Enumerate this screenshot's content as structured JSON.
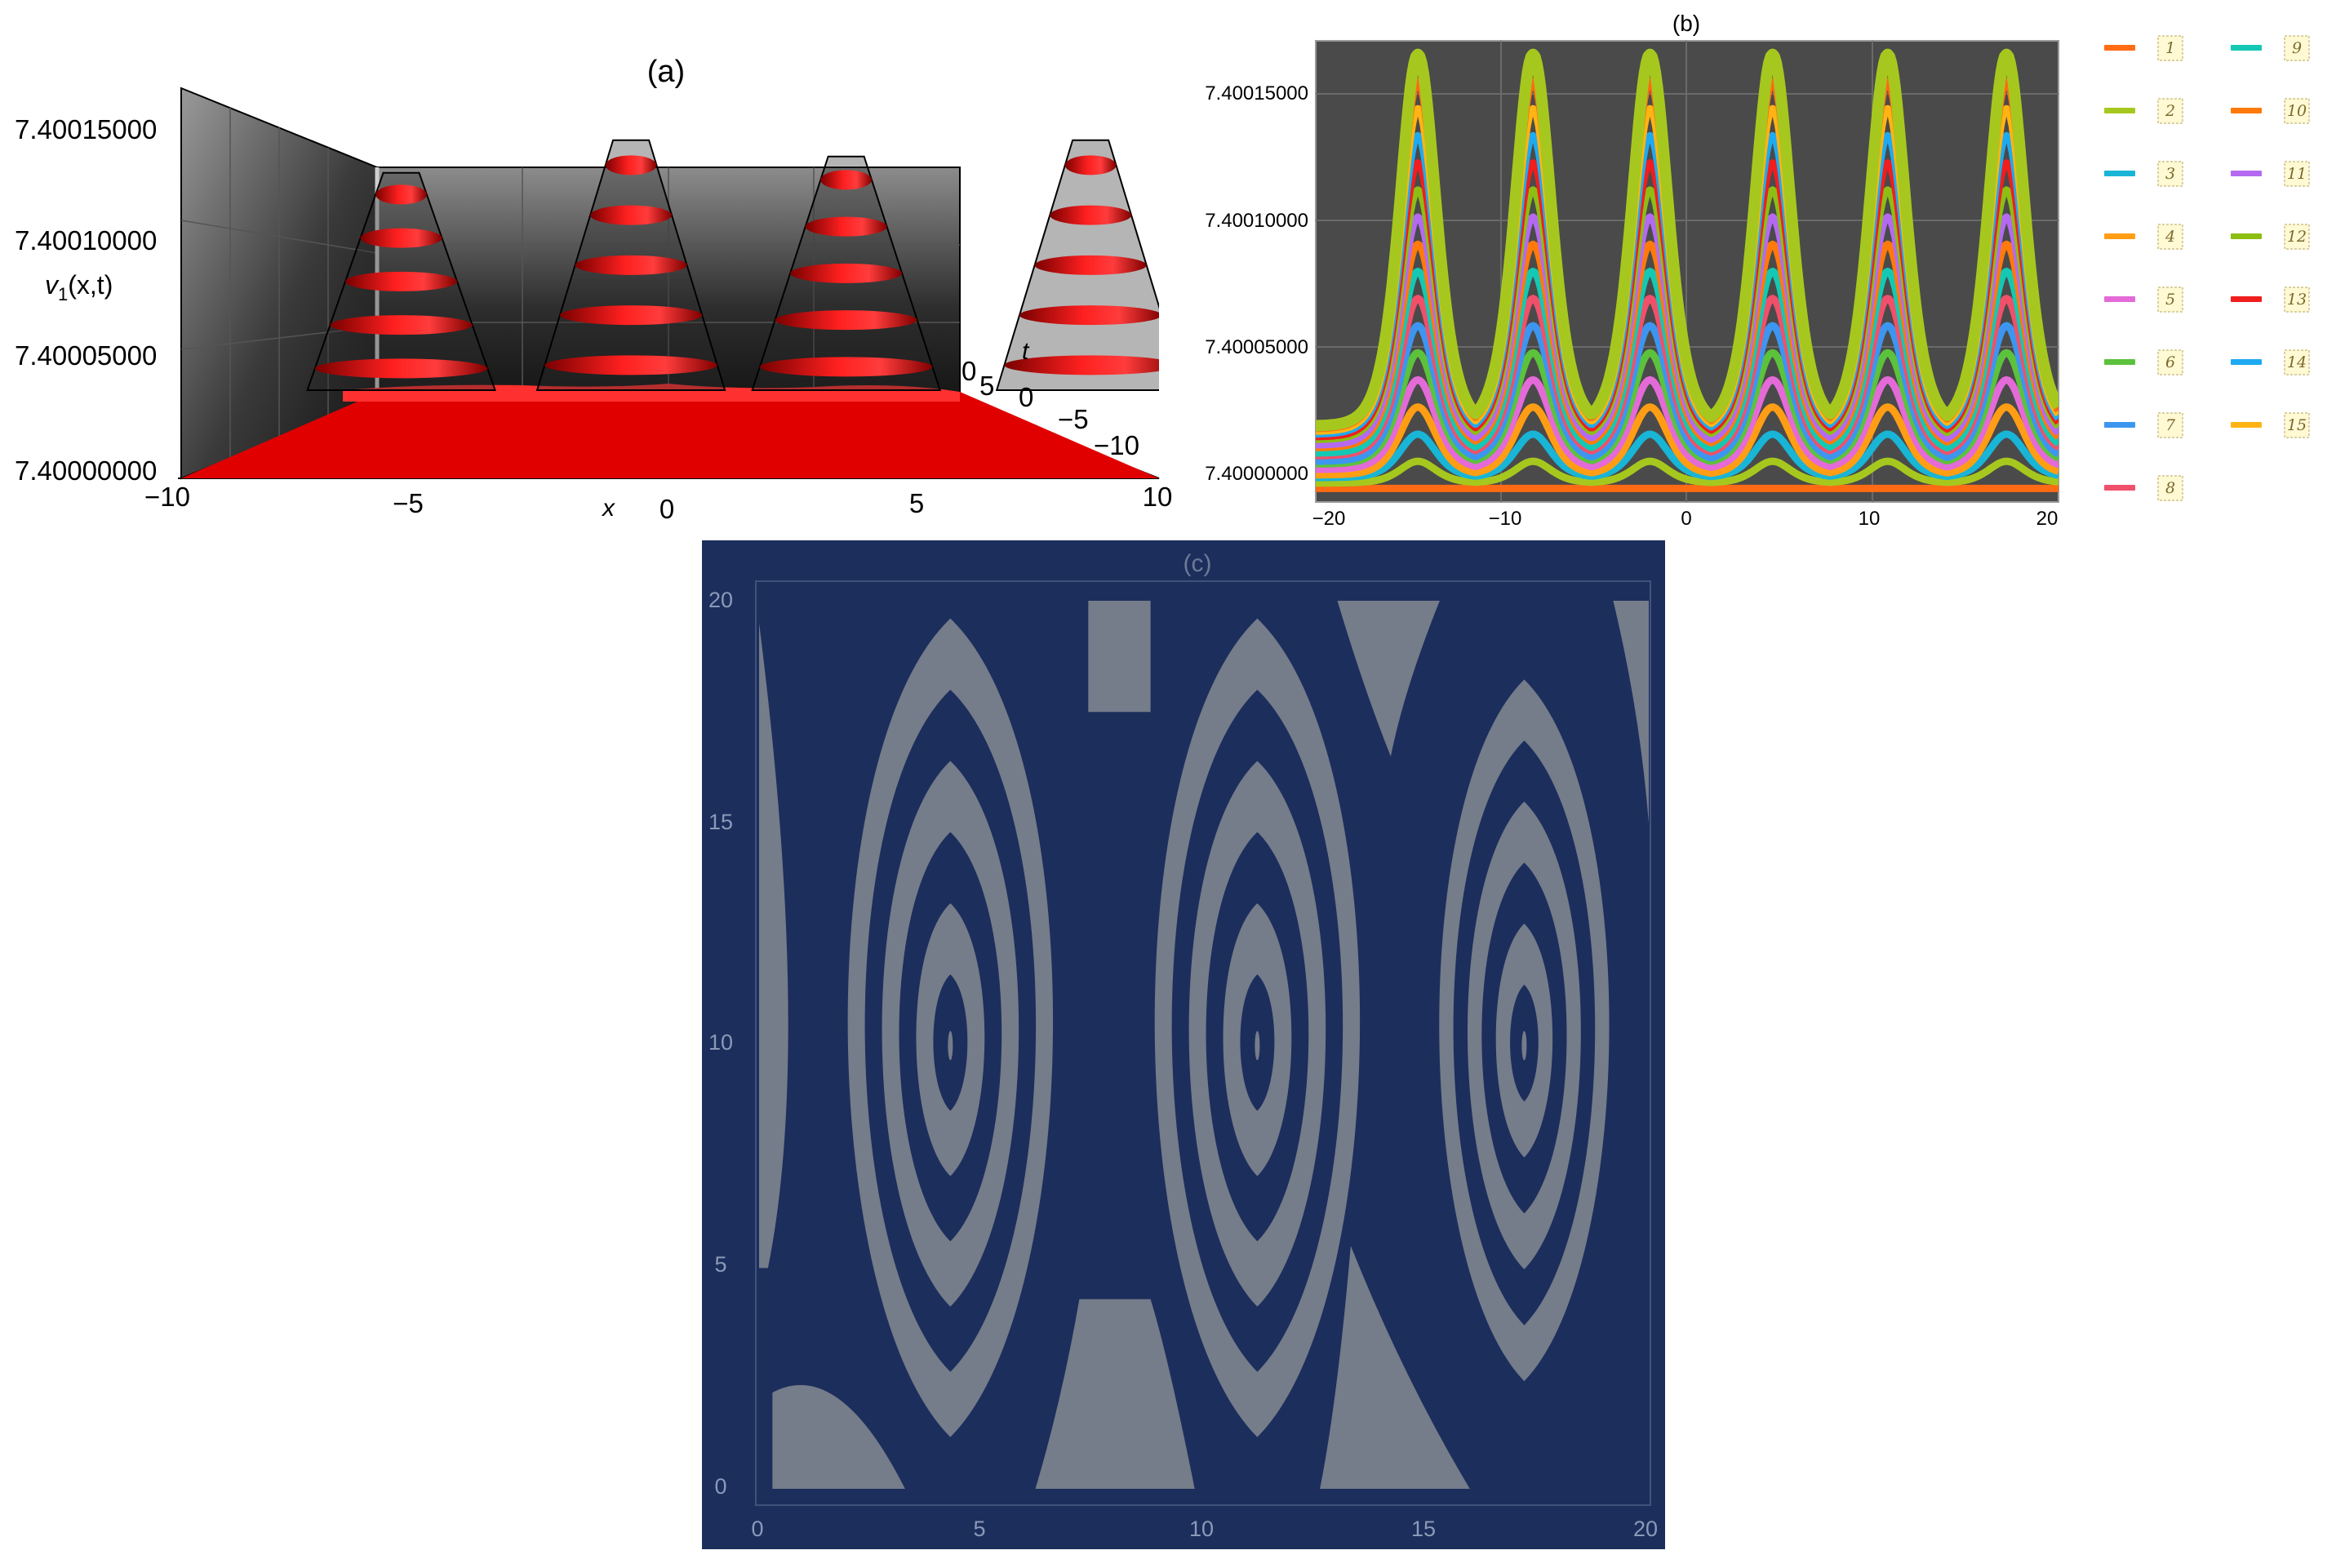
{
  "panel_a": {
    "title": "(a)",
    "zlabel": "v1(x,t)",
    "zlabel_main": "v",
    "zlabel_sub": "1",
    "zlabel_rest": "(x,t)",
    "xlabel": "x",
    "tlabel": "t",
    "z_ticks": [
      "7.40015000",
      "7.40010000",
      "7.40005000",
      "7.40000000"
    ],
    "x_ticks": [
      "−10",
      "−5",
      "0",
      "5",
      "10"
    ],
    "t_ticks": [
      "0",
      "5",
      "0",
      "−5",
      "−10"
    ],
    "colors": {
      "surface": "#ff0000",
      "box_wall": "#6f6f6f",
      "floor": "#ffffff"
    }
  },
  "panel_b": {
    "title": "(b)",
    "y_ticks": [
      "7.40015000",
      "7.40010000",
      "7.40005000",
      "7.40000000"
    ],
    "x_ticks": [
      "−20",
      "−10",
      "0",
      "10",
      "20"
    ],
    "background": "#4a4a4a",
    "legend": [
      {
        "label": "1",
        "color": "#ff6a14"
      },
      {
        "label": "2",
        "color": "#a6c81e"
      },
      {
        "label": "3",
        "color": "#18b5d6"
      },
      {
        "label": "4",
        "color": "#ff9e14"
      },
      {
        "label": "5",
        "color": "#e46ad8"
      },
      {
        "label": "6",
        "color": "#5cc23c"
      },
      {
        "label": "7",
        "color": "#3c96f0"
      },
      {
        "label": "8",
        "color": "#f0506a"
      },
      {
        "label": "9",
        "color": "#14c8b4"
      },
      {
        "label": "10",
        "color": "#ff7a0a"
      },
      {
        "label": "11",
        "color": "#b46af0"
      },
      {
        "label": "12",
        "color": "#8cbe14"
      },
      {
        "label": "13",
        "color": "#f01e1e"
      },
      {
        "label": "14",
        "color": "#1eaaf0"
      },
      {
        "label": "15",
        "color": "#ffb414"
      }
    ]
  },
  "panel_c": {
    "title": "(c)",
    "x_ticks": [
      "0",
      "5",
      "10",
      "15",
      "20"
    ],
    "y_ticks": [
      "0",
      "5",
      "10",
      "15",
      "20"
    ],
    "colors": {
      "background": "#1c2e5c",
      "band": "#757c8a",
      "tick": "#8a9ab8"
    }
  },
  "chart_data": [
    {
      "type": "surface",
      "x_range": [
        -10,
        10
      ],
      "t_range": [
        -10,
        10
      ],
      "z_range": [
        7.4,
        7.40015
      ],
      "peaks_x": [
        -5.5,
        -0.8,
        3.6,
        8.6
      ],
      "peak_value": 7.40013,
      "baseline": 7.4
    },
    {
      "type": "line",
      "x_range": [
        -20,
        20
      ],
      "ylim": [
        7.399995,
        7.400165
      ],
      "series_count": 15,
      "peak_x": [
        -14.5,
        -8.3,
        -2.0,
        4.6,
        10.8,
        17.2
      ],
      "series_peaks": [
        7.4,
        7.40001,
        7.40002,
        7.40003,
        7.40004,
        7.40005,
        7.40006,
        7.40007,
        7.40008,
        7.40009,
        7.4001,
        7.40011,
        7.40012,
        7.40013,
        7.40014,
        7.40015,
        7.40016
      ],
      "series_troughs": [
        7.4,
        7.400002,
        7.400004,
        7.400005,
        7.400007,
        7.400009,
        7.40001,
        7.400012,
        7.400013,
        7.400015,
        7.400016,
        7.400018,
        7.400019,
        7.40002,
        7.400021,
        7.400022,
        7.400023
      ]
    },
    {
      "type": "contour",
      "x_range": [
        0,
        20
      ],
      "y_range": [
        0,
        20
      ],
      "centers": [
        {
          "x": 4.3,
          "y": 10,
          "rings": 6
        },
        {
          "x": 11.2,
          "y": 10,
          "rings": 6
        },
        {
          "x": 17.2,
          "y": 10,
          "rings": 7
        }
      ]
    }
  ]
}
